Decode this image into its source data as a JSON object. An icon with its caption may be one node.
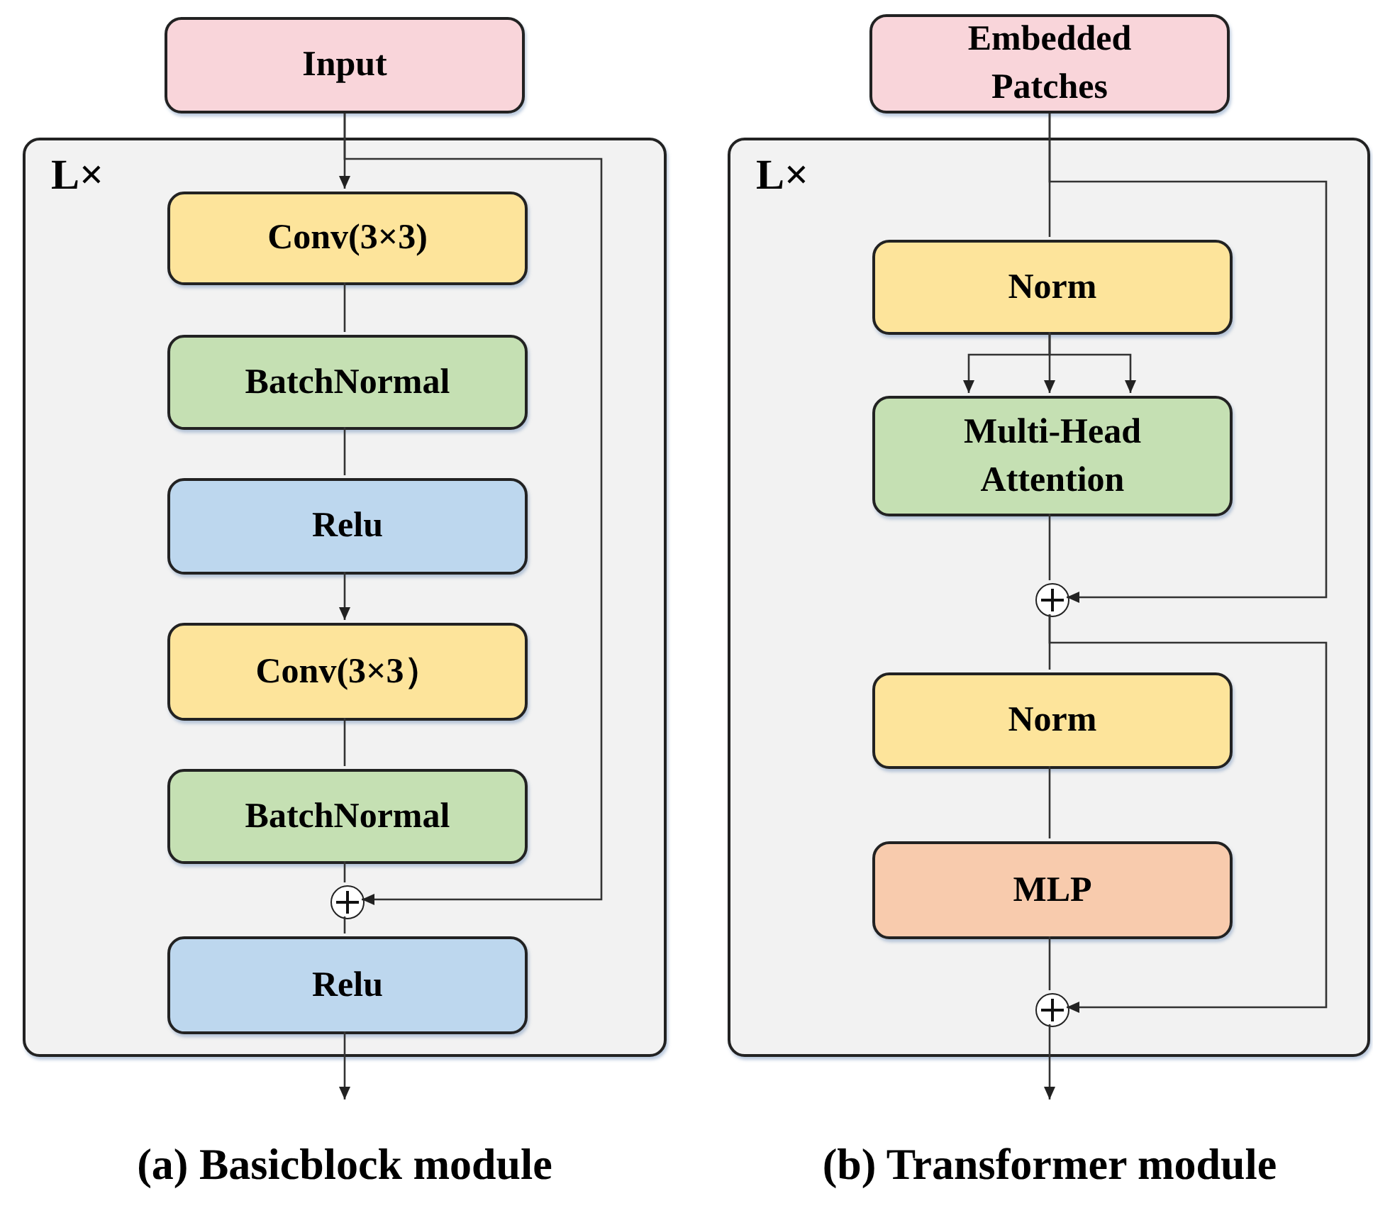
{
  "diagram": {
    "nodes": [
      {
        "text": [
          "Input"
        ]
      },
      {
        "text": [
          "L×"
        ]
      },
      {
        "text": [
          "Conv(3×3)"
        ],
        "in": 1
      },
      {
        "text": [
          "BatchNormal"
        ],
        "in": 1
      },
      {
        "text": [
          "Relu"
        ],
        "in": 1
      },
      {
        "text": [
          "Conv(3×3）"
        ],
        "in": 1
      },
      {
        "text": [
          "BatchNormal"
        ],
        "in": 1
      },
      {
        "text": [],
        "shape": "circle",
        "in": 1
      },
      {
        "text": [
          "Relu"
        ],
        "in": 1
      },
      {
        "text": [
          "Embedded Patches"
        ]
      },
      {
        "text": [
          "L×"
        ]
      },
      {
        "text": [
          "Norm"
        ],
        "in": 10
      },
      {
        "text": [
          "Multi-Head Attention"
        ],
        "in": 10
      },
      {
        "text": [],
        "shape": "circle",
        "in": 10
      },
      {
        "text": [
          "Norm"
        ],
        "in": 10
      },
      {
        "text": [
          "MLP"
        ],
        "in": 10
      },
      {
        "text": [],
        "shape": "circle",
        "in": 10
      }
    ],
    "edges": [
      {
        "from": 0,
        "to": 2,
        "arrow": "to"
      },
      {
        "from": 2,
        "to": 3,
        "arrow": "none"
      },
      {
        "from": 3,
        "to": 4,
        "arrow": "none"
      },
      {
        "from": 4,
        "to": 5,
        "arrow": "to"
      },
      {
        "from": 5,
        "to": 6,
        "arrow": "none"
      },
      {
        "from": 6,
        "to": 7,
        "arrow": "none"
      },
      {
        "from": 7,
        "to": 8,
        "arrow": "none"
      },
      {
        "from": 8,
        "to": null,
        "arrow": "to"
      },
      {
        "from": 0,
        "to": 7,
        "arrow": "to"
      },
      {
        "from": 9,
        "to": 11,
        "arrow": "none"
      },
      {
        "from": 9,
        "to": 13,
        "arrow": "to"
      },
      {
        "from": 11,
        "to": 12,
        "arrow": "to"
      },
      {
        "from": 11,
        "to": 12,
        "arrow": "to"
      },
      {
        "from": 11,
        "to": 12,
        "arrow": "to"
      },
      {
        "from": 12,
        "to": 13,
        "arrow": "none"
      },
      {
        "from": 13,
        "to": 14,
        "arrow": "none"
      },
      {
        "from": 13,
        "to": 16,
        "arrow": "to"
      },
      {
        "from": 14,
        "to": 15,
        "arrow": "none"
      },
      {
        "from": 15,
        "to": 16,
        "arrow": "none"
      },
      {
        "from": 16,
        "to": null,
        "arrow": "to"
      }
    ],
    "labels": [
      "(a) Basicblock module",
      "(b) Transformer module"
    ]
  }
}
